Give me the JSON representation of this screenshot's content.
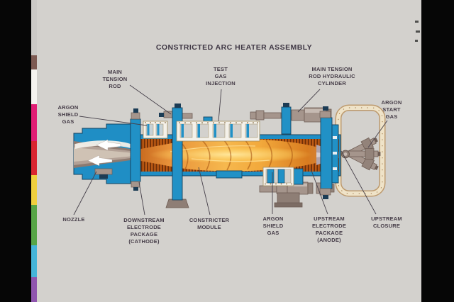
{
  "photo": {
    "title": "CONSTRICTED ARC HEATER ASSEMBLY"
  },
  "labels": {
    "main_tension_rod": "MAIN\nTENSION\nROD",
    "argon_shield_gas_left": "ARGON\nSHIELD\nGAS",
    "test_gas_injection": "TEST\nGAS\nINJECTION",
    "main_tension_rod_hydraulic_cylinder": "MAIN TENSION\nROD HYDRAULIC\nCYLINDER",
    "argon_start_gas": "ARGON\nSTART\nGAS",
    "nozzle": "NOZZLE",
    "downstream_electrode_package": "DOWNSTREAM\nELECTRODE\nPACKAGE\n(CATHODE)",
    "constricter_module": "CONSTRICTER\nMODULE",
    "argon_shield_gas_bottom": "ARGON\nSHIELD\nGAS",
    "upstream_electrode_package": "UPSTREAM\nELECTRODE\nPACKAGE\n(ANODE)",
    "upstream_closure": "UPSTREAM\nCLOSURE"
  },
  "colors": {
    "photo_background": "#d3d1cd",
    "label_text": "#453c47",
    "diagram_blue": "#2191c6",
    "diagram_blue_outline": "#14425e",
    "constrictor_orange": "#c05c14",
    "constrictor_fin_dark": "#6e2f08",
    "arc_glow": "#f6b84e",
    "arc_core": "#ffe9a0",
    "hardware_gray": "#a5958c",
    "closure_ring_cream": "#efe3c8",
    "closure_ring_edge": "#bd9a6e",
    "film_border": "#060606"
  },
  "calibration_strip": {
    "segments": [
      {
        "color": "#cbc9c6",
        "height": 78
      },
      {
        "color": "#7d5a52",
        "height": 20
      },
      {
        "color": "#f5f3ef",
        "height": 49
      },
      {
        "color": "#e11d74",
        "height": 52
      },
      {
        "color": "#d92530",
        "height": 48
      },
      {
        "color": "#efcf3e",
        "height": 42
      },
      {
        "color": "#57a546",
        "height": 57
      },
      {
        "color": "#45b5d9",
        "height": 45
      },
      {
        "color": "#8f55ae",
        "height": 35
      }
    ]
  }
}
